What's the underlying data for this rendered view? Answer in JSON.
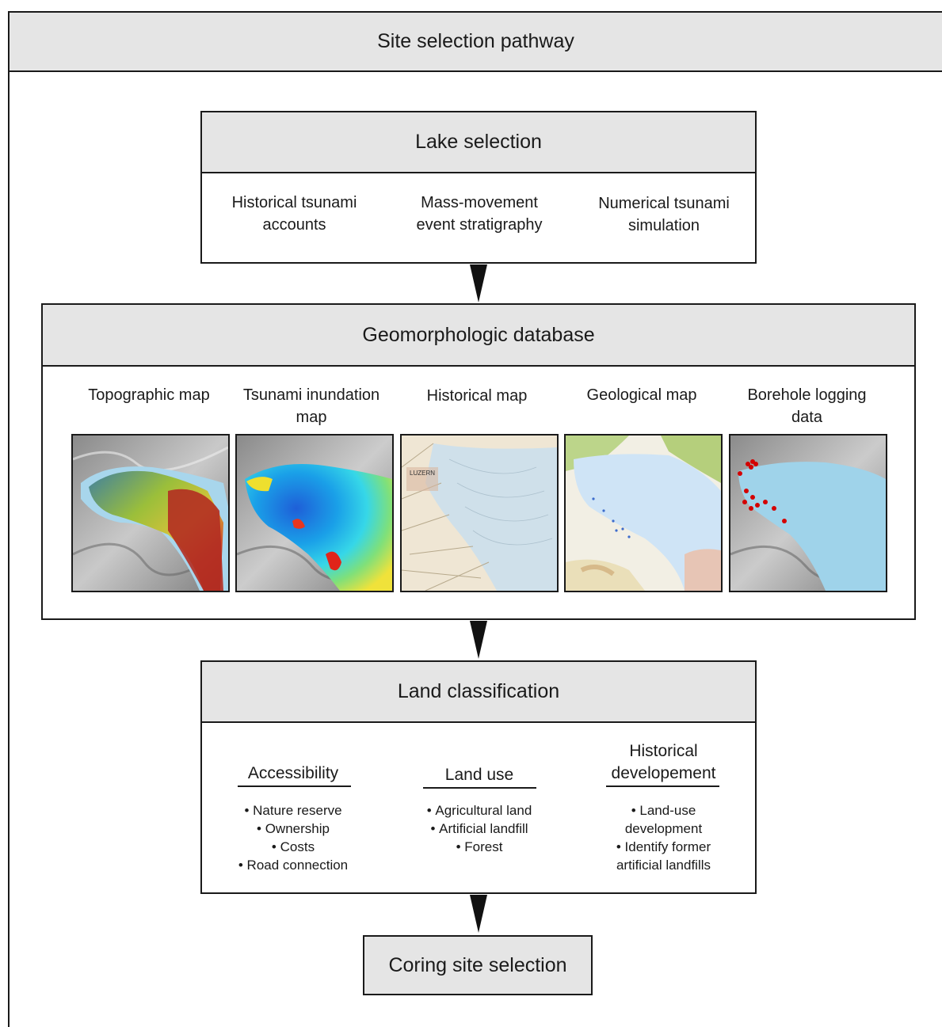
{
  "header": {
    "title": "Site selection pathway"
  },
  "lake_selection": {
    "title": "Lake selection",
    "items": [
      [
        "Historical tsunami",
        "accounts"
      ],
      [
        "Mass-movement",
        "event stratigraphy"
      ],
      [
        "Numerical tsunami",
        "simulation"
      ]
    ]
  },
  "geomorphologic_database": {
    "title": "Geomorphologic database",
    "maps": [
      {
        "label": [
          "Topographic map"
        ],
        "icon": "topographic-map-image"
      },
      {
        "label": [
          "Tsunami inundation",
          "map"
        ],
        "icon": "tsunami-inundation-map-image"
      },
      {
        "label": [
          "Historical map"
        ],
        "icon": "historical-map-image",
        "inset_text": "LUZERN"
      },
      {
        "label": [
          "Geological map"
        ],
        "icon": "geological-map-image"
      },
      {
        "label": [
          "Borehole logging",
          "data"
        ],
        "icon": "borehole-logging-map-image"
      }
    ]
  },
  "land_classification": {
    "title": "Land classification",
    "columns": [
      {
        "heading": [
          "Accessibility"
        ],
        "bullets": [
          "Nature reserve",
          "Ownership",
          "Costs",
          "Road connection"
        ]
      },
      {
        "heading": [
          "Land use"
        ],
        "bullets": [
          "Agricultural land",
          "Artificial landfill",
          "Forest"
        ]
      },
      {
        "heading": [
          "Historical",
          "developement"
        ],
        "bullets": [
          "Land-use development",
          "Identify former artificial landfills"
        ]
      }
    ]
  },
  "coring_site": {
    "title": "Coring site selection"
  },
  "colors": {
    "header_fill": "#e5e5e5",
    "border": "#1a1a1a",
    "lake_blue": "#9fd3ea",
    "borehole_red": "#d40000"
  }
}
